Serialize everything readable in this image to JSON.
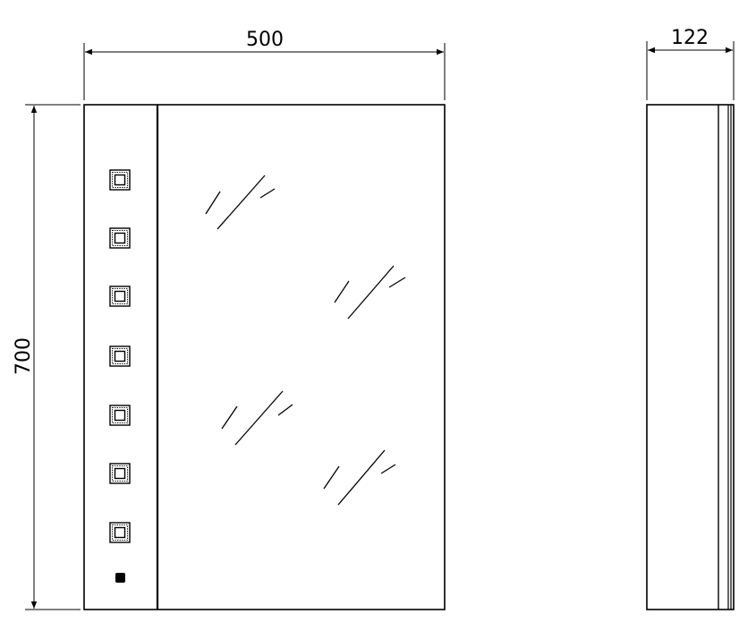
{
  "dimensions": {
    "width_label": "500",
    "height_label": "700",
    "depth_label": "122"
  },
  "front_view": {
    "square_buttons_count": 7,
    "power_dot_count": 1,
    "mirror_reflection_groups": 4
  },
  "colors": {
    "line": "#000000",
    "background": "#ffffff"
  }
}
